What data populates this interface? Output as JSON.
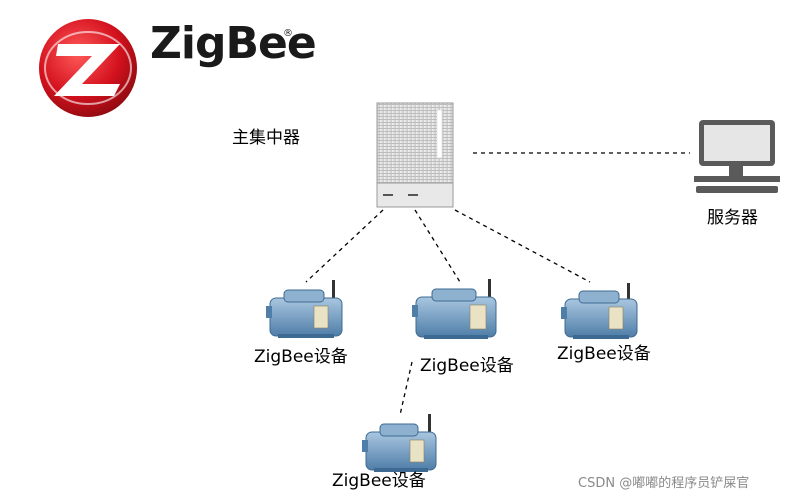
{
  "brand": {
    "name": "ZigBee",
    "registered": "®",
    "logo_color": "#d4121e"
  },
  "nodes": {
    "coordinator": "主集中器",
    "server": "服务器",
    "device_left": "ZigBee设备",
    "device_middle": "ZigBee设备",
    "device_right": "ZigBee设备",
    "device_bottom": "ZigBee设备"
  },
  "watermark": "CSDN @嘟嘟的程序员铲屎官",
  "icons": {
    "logo": "zigbee-logo-icon",
    "coordinator": "server-rack-icon",
    "server": "desktop-computer-icon",
    "device": "wireless-device-icon"
  },
  "colors": {
    "device_body": "#6f9ac0",
    "link": "#000000"
  }
}
